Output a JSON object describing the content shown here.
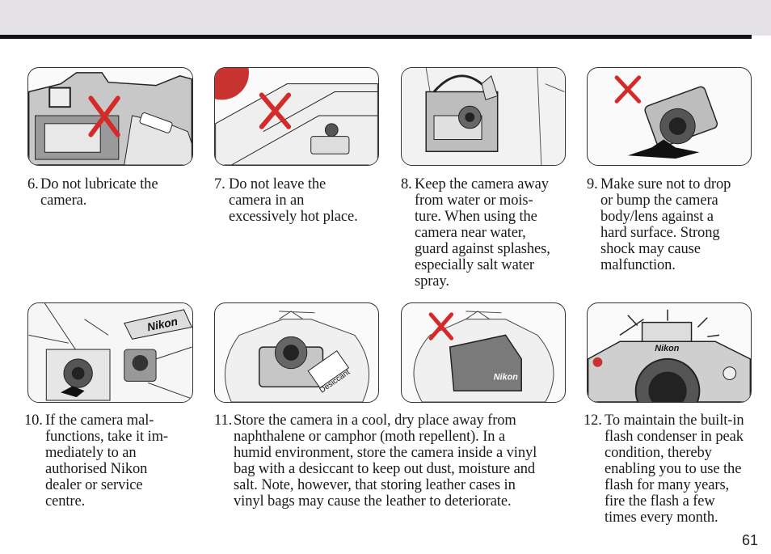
{
  "items": [
    {
      "number": "6.",
      "text": "Do not lubricate the\ncamera."
    },
    {
      "number": "7.",
      "text": "Do not leave the\ncamera in an\nexcessively hot place."
    },
    {
      "number": "8.",
      "text": "Keep the camera away\nfrom water or mois-\nture. When using the\ncamera near water,\nguard against splashes,\nespecially salt water\nspray."
    },
    {
      "number": "9.",
      "text": "Make sure not to drop\nor bump the camera\nbody/lens against a\nhard surface. Strong\nshock may cause\nmalfunction."
    },
    {
      "number": "10.",
      "text": "If the camera mal-\nfunctions, take it im-\nmediately to an\nauthorised Nikon\ndealer or service\ncentre."
    },
    {
      "number": "11.",
      "text": "Store the camera in a cool, dry place away from\nnaphthalene or camphor (moth repellent). In a\nhumid environment, store the camera inside a vinyl\nbag with a desiccant to keep out dust, moisture and\nsalt. Note, however, that storing leather cases in\nvinyl bags may cause the leather to deteriorate."
    },
    {
      "number": "12.",
      "text": "To maintain the built-in\nflash condenser in peak\ncondition, thereby\nenabling you to use the\nflash for many years,\nfire the flash a few\ntimes every month."
    }
  ],
  "illustration_labels": {
    "nikon_sign": "Nikon",
    "desiccant": "Desiccant",
    "case_logo": "Nikon",
    "camera_logo": "Nikon"
  },
  "page_number": "61",
  "colors": {
    "cross": "#d42a2a",
    "warning_icon": "#c8322f"
  }
}
